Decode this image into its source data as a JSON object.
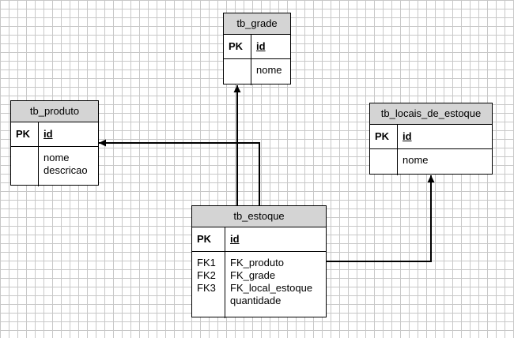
{
  "entities": {
    "grade": {
      "title": "tb_grade",
      "pk_label": "PK",
      "pk_field": "id",
      "fields": [
        "nome"
      ]
    },
    "produto": {
      "title": "tb_produto",
      "pk_label": "PK",
      "pk_field": "id",
      "fields": [
        "nome",
        "descricao"
      ]
    },
    "locais": {
      "title": "tb_locais_de_estoque",
      "pk_label": "PK",
      "pk_field": "id",
      "fields": [
        "nome"
      ]
    },
    "estoque": {
      "title": "tb_estoque",
      "pk_label": "PK",
      "pk_field": "id",
      "fk_labels": [
        "FK1",
        "FK2",
        "FK3"
      ],
      "fields": [
        "FK_produto",
        "FK_grade",
        "FK_local_estoque",
        "quantidade"
      ]
    }
  },
  "colors": {
    "header_bg": "#d4d4d4",
    "grid": "#c8c8c8",
    "line": "#000000"
  }
}
